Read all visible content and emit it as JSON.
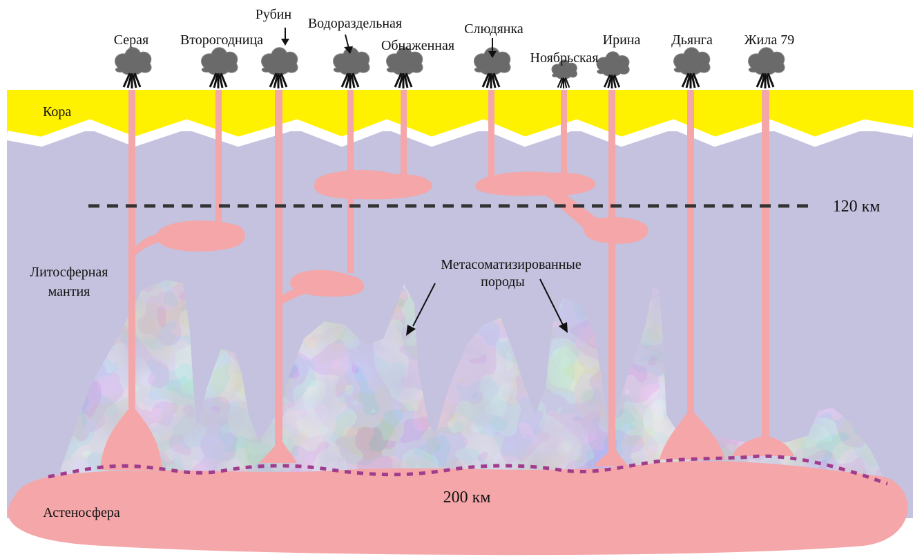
{
  "labels": {
    "crust": "Кора",
    "lithospheric_mantle_line1": "Литосферная",
    "lithospheric_mantle_line2": "мантия",
    "asthenosphere": "Астеносфера",
    "depth_120": "120 км",
    "depth_200": "200 км",
    "metasomatized_line1": "Метасоматизированные",
    "metasomatized_line2": "породы"
  },
  "pipes": [
    {
      "id": "seraya",
      "name": "Серая"
    },
    {
      "id": "vtorogodnitsa",
      "name": "Второгодница"
    },
    {
      "id": "rubin",
      "name": "Рубин"
    },
    {
      "id": "vodorazdelnaya",
      "name": "Водораздельная"
    },
    {
      "id": "obnazhennaya",
      "name": "Обнаженная"
    },
    {
      "id": "slyudyanka",
      "name": "Слюдянка"
    },
    {
      "id": "noyabrskaya",
      "name": "Ноябрьская"
    },
    {
      "id": "irina",
      "name": "Ирина"
    },
    {
      "id": "dyanga",
      "name": "Дьянга"
    },
    {
      "id": "zhila79",
      "name": "Жила 79"
    }
  ],
  "colors": {
    "crust": "#fff200",
    "mantle": "#c4c2de",
    "magma": "#f4a6a8",
    "metasomatized_dark": "#555560",
    "metasomatized_light": "#ececf2",
    "boundary_dotted": "#a03c8c",
    "depth_dashed": "#333333"
  }
}
